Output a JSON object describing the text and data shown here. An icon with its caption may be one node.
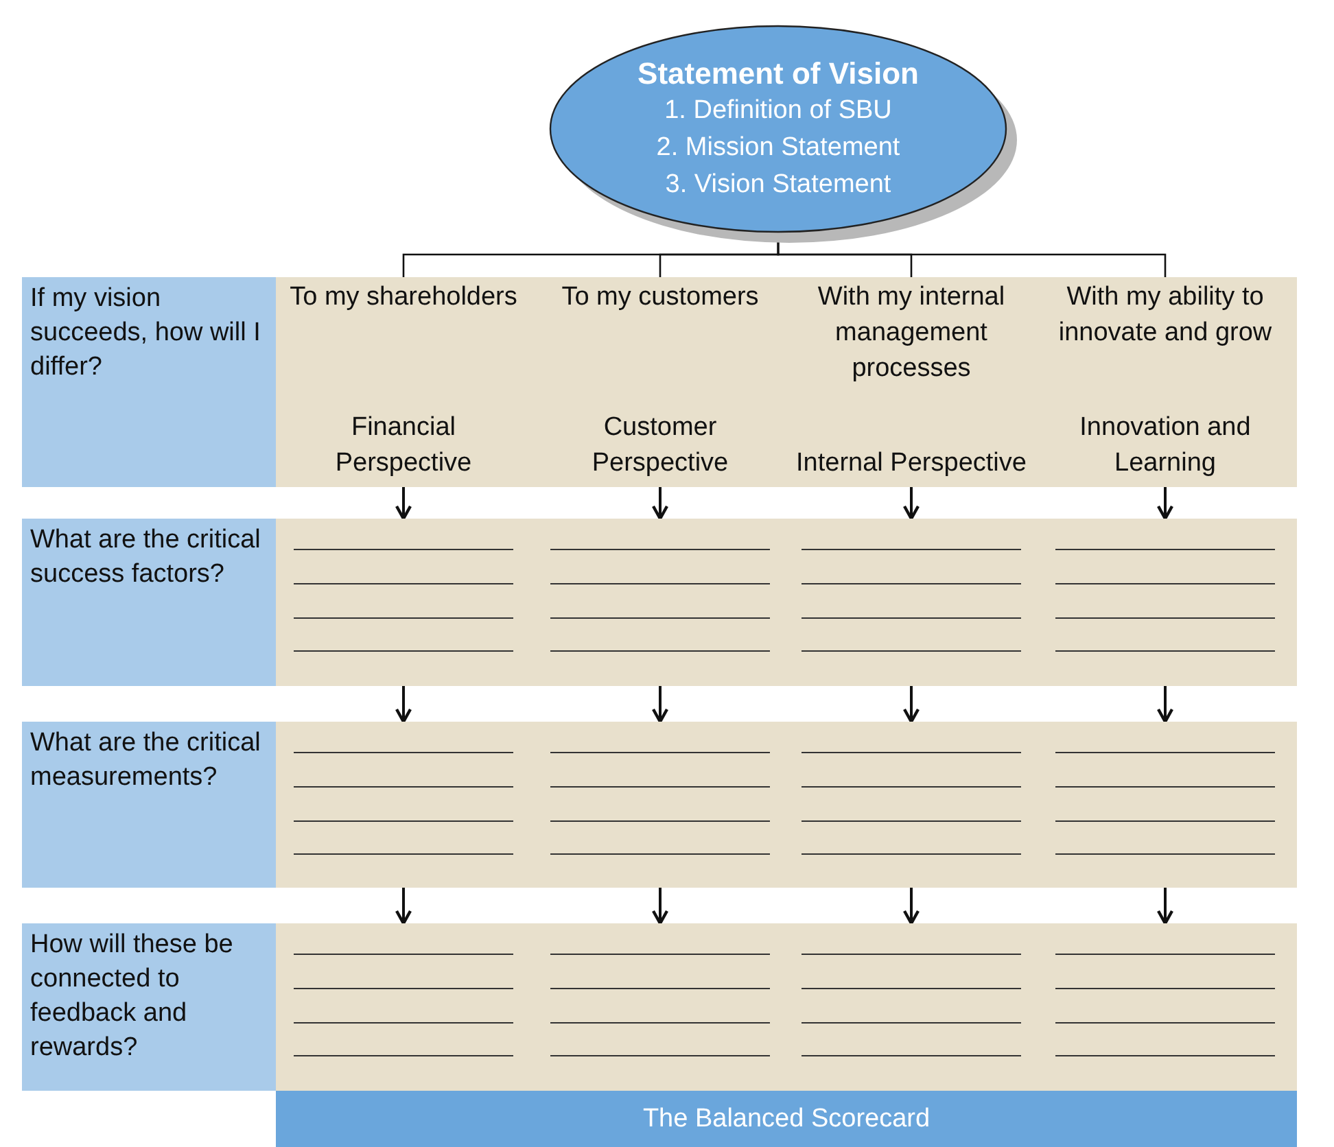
{
  "diagram": {
    "nodes": [
      {
        "text": [
          "Statement of Vision",
          "1. Definition of SBU",
          "2. Mission Statement",
          "3. Vision Statement"
        ]
      },
      {
        "text": [
          "If my vision succeeds, how will I differ?"
        ]
      },
      {
        "text": [
          "To my shareholders",
          "Financial Perspective"
        ]
      },
      {
        "text": [
          "To my customers",
          "Customer Perspective"
        ]
      },
      {
        "text": [
          "With my internal management processes",
          "Internal Perspective"
        ]
      },
      {
        "text": [
          "With my ability to innovate and grow",
          "Innovation and Learning"
        ]
      },
      {
        "text": [
          "What are the critical success factors?"
        ]
      },
      {
        "text": [],
        "shape": "box"
      },
      {
        "text": [],
        "shape": "box"
      },
      {
        "text": [],
        "shape": "box"
      },
      {
        "text": [],
        "shape": "box"
      },
      {
        "text": [
          "What are the critical measurements?"
        ]
      },
      {
        "text": [],
        "shape": "box"
      },
      {
        "text": [],
        "shape": "box"
      },
      {
        "text": [],
        "shape": "box"
      },
      {
        "text": [],
        "shape": "box"
      },
      {
        "text": [
          "How will these be connected to feedback and rewards?"
        ]
      },
      {
        "text": [],
        "shape": "box"
      },
      {
        "text": [],
        "shape": "box"
      },
      {
        "text": [],
        "shape": "box"
      },
      {
        "text": [],
        "shape": "box"
      },
      {
        "text": [
          "The Balanced Scorecard"
        ]
      }
    ],
    "edges": [
      {
        "from": 0,
        "to": 2,
        "arrow": "none"
      },
      {
        "from": 0,
        "to": 3,
        "arrow": "none"
      },
      {
        "from": 0,
        "to": 4,
        "arrow": "none"
      },
      {
        "from": 0,
        "to": 5,
        "arrow": "none"
      },
      {
        "from": 2,
        "to": 7,
        "arrow": "to"
      },
      {
        "from": 3,
        "to": 8,
        "arrow": "to"
      },
      {
        "from": 4,
        "to": 9,
        "arrow": "to"
      },
      {
        "from": 5,
        "to": 10,
        "arrow": "to"
      },
      {
        "from": 7,
        "to": 12,
        "arrow": "to"
      },
      {
        "from": 8,
        "to": 13,
        "arrow": "to"
      },
      {
        "from": 9,
        "to": 14,
        "arrow": "to"
      },
      {
        "from": 10,
        "to": 15,
        "arrow": "to"
      },
      {
        "from": 12,
        "to": 17,
        "arrow": "to"
      },
      {
        "from": 13,
        "to": 18,
        "arrow": "to"
      },
      {
        "from": 14,
        "to": 19,
        "arrow": "to"
      },
      {
        "from": 15,
        "to": 20,
        "arrow": "to"
      }
    ]
  }
}
